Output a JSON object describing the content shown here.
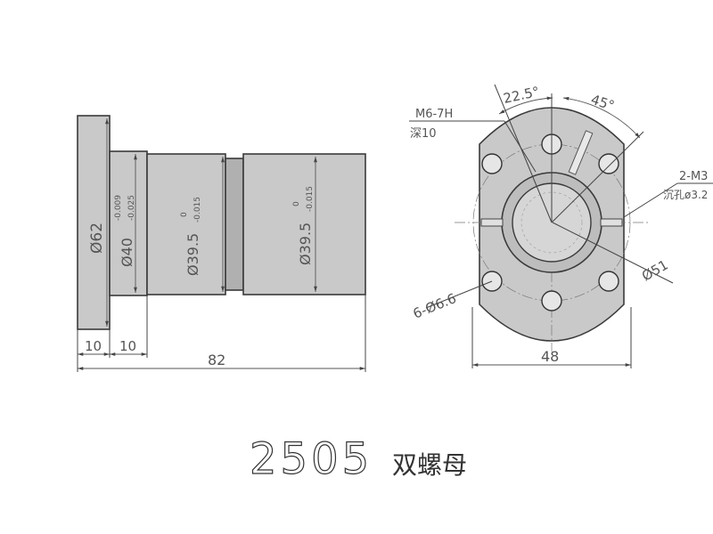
{
  "title": {
    "model": "2505",
    "name": "双螺母"
  },
  "side_view": {
    "dims": {
      "flange_dia": "Ø62",
      "body_dia_main": "Ø40",
      "body_dia_tol_upper": "-0.009",
      "body_dia_tol_lower": "-0.025",
      "nut1_dia_main": "Ø39.5",
      "nut1_tol_upper": "0",
      "nut1_tol_lower": "-0.015",
      "nut2_dia_main": "Ø39.5",
      "nut2_tol_upper": "0",
      "nut2_tol_lower": "-0.015",
      "flange_thickness": "10",
      "spigot_length": "10",
      "overall_length": "82"
    }
  },
  "front_view": {
    "dims": {
      "oil_hole_thread": "M6-7H",
      "oil_hole_depth": "深10",
      "angle_a": "22.5°",
      "angle_b": "45°",
      "side_thread": "2-M3",
      "counterbore": "沉孔ø3.2",
      "pcd": "Ø51",
      "bolt_holes": "6-Ø6.6",
      "flat_width": "48"
    }
  }
}
